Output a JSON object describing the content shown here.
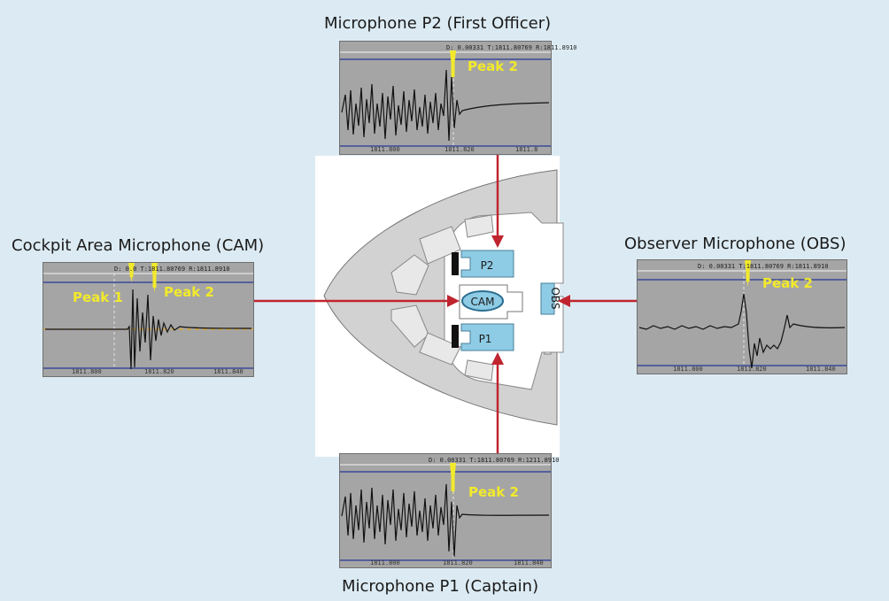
{
  "labels": {
    "p2": "Microphone P2 (First Officer)",
    "cam": "Cockpit Area Microphone (CAM)",
    "obs": "Observer Microphone (OBS)",
    "p1": "Microphone P1 (Captain)"
  },
  "cockpit": {
    "p2": "P2",
    "p1": "P1",
    "cam": "CAM",
    "obs": "OBS"
  },
  "panels": {
    "p2": {
      "readout": "D: 0.00331     T:1811.80769     R:1811.8910",
      "ticks": [
        "1811.800",
        "1811.820",
        "1811.8"
      ],
      "peaks": [
        "Peak 2"
      ]
    },
    "cam": {
      "readout": "D: 0.0      T:1811.80769     R:1811.8910",
      "ticks": [
        "1811.800",
        "1811.820",
        "1811.840"
      ],
      "peaks": [
        "Peak 1",
        "Peak 2"
      ]
    },
    "obs": {
      "readout": "D: 0.00331     T:1811.80769     R:1811.8910",
      "ticks": [
        "1811.800",
        "1811.820",
        "1811.840"
      ],
      "peaks": [
        "Peak 2"
      ]
    },
    "p1": {
      "readout": "D: 0.00331     T:1811.80769     R:1211.8910",
      "ticks": [
        "1811.800",
        "1811.820",
        "1811.840"
      ],
      "peaks": [
        "Peak 2"
      ]
    }
  },
  "colors": {
    "background": "#dcebf3",
    "panel": "#a5a5a5",
    "arrow": "#c0242f",
    "peak": "#f2ea2b",
    "mic": "#8ecbe4"
  }
}
